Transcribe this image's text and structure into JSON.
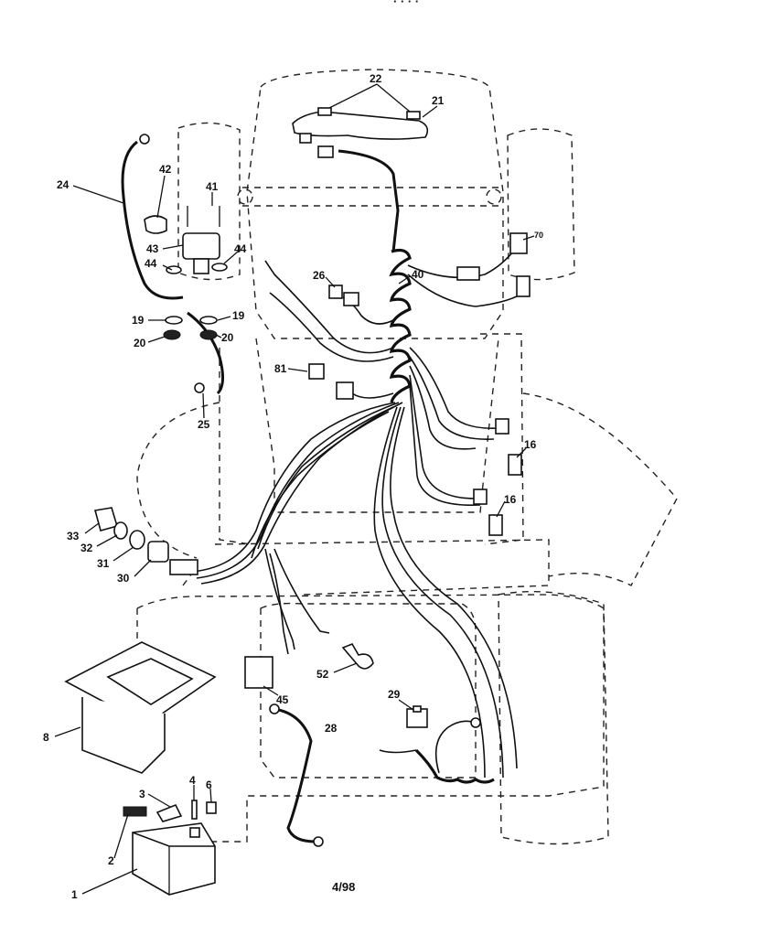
{
  "header": {
    "partial_text": "· · · ·"
  },
  "callouts": {
    "c22": "22",
    "c21": "21",
    "c24": "24",
    "c42": "42",
    "c41": "41",
    "c43": "43",
    "c44a": "44",
    "c44b": "44",
    "c26": "26",
    "c40": "40",
    "c70": "70",
    "c19a": "19",
    "c19b": "19",
    "c20a": "20",
    "c20b": "20",
    "c81": "81",
    "c25": "25",
    "c16a": "16",
    "c16b": "16",
    "c33": "33",
    "c32": "32",
    "c31": "31",
    "c30": "30",
    "c52": "52",
    "c45": "45",
    "c29": "29",
    "c28": "28",
    "c8": "8",
    "c3": "3",
    "c4": "4",
    "c6": "6",
    "c2": "2",
    "c1": "1"
  },
  "footer": {
    "date_code": "4/98"
  }
}
